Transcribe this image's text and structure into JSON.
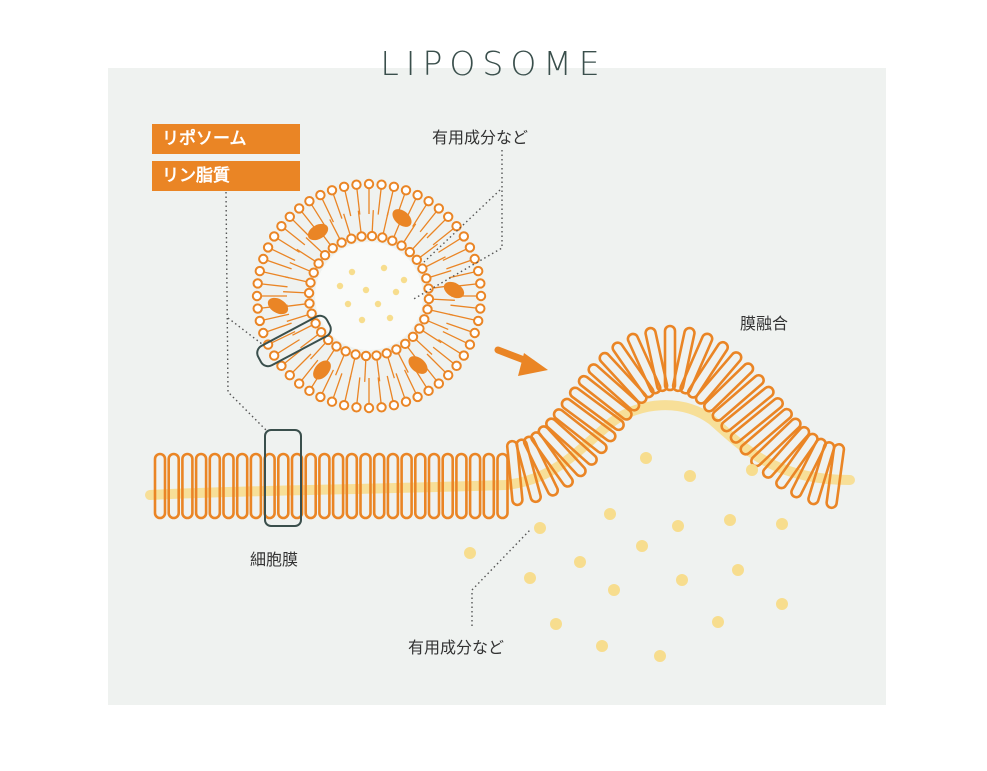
{
  "title": "LIPOSOME",
  "tags": {
    "liposome": "リポソーム",
    "phospholipid": "リン脂質"
  },
  "labels": {
    "contents_top": "有用成分など",
    "membrane_fusion": "膜融合",
    "cell_membrane": "細胞膜",
    "contents_bottom": "有用成分など"
  },
  "colors": {
    "orange": "#ea8525",
    "yellow": "#f7dd8e",
    "panel": "#eff2f0",
    "outline": "#3a4f4c"
  }
}
